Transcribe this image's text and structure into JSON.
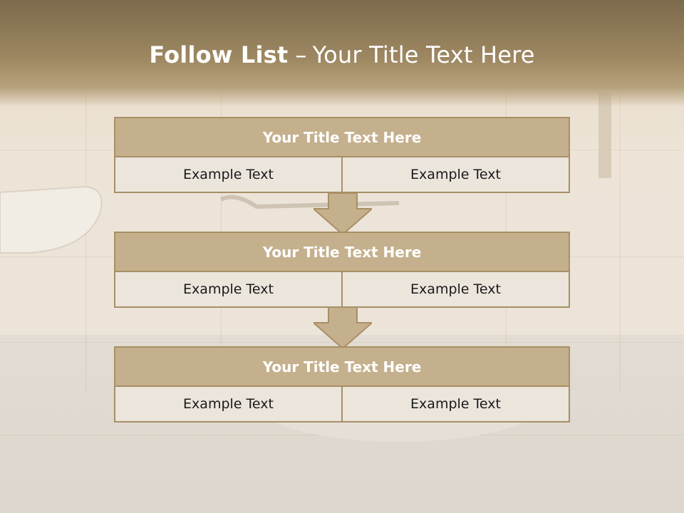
{
  "slide": {
    "title_bold": "Follow List",
    "title_sep": "–",
    "title_rest": "Your Title Text Here"
  },
  "blocks": [
    {
      "title": "Your Title Text Here",
      "left": "Example Text",
      "right": "Example Text"
    },
    {
      "title": "Your Title Text Here",
      "left": "Example Text",
      "right": "Example Text"
    },
    {
      "title": "Your Title Text Here",
      "left": "Example Text",
      "right": "Example Text"
    }
  ],
  "colors": {
    "header": "#9e8862",
    "panel_title": "#c5b08d",
    "panel_border": "#a88f65",
    "cell_bg": "#ebe5dc",
    "arrow": "#c5b08d"
  }
}
